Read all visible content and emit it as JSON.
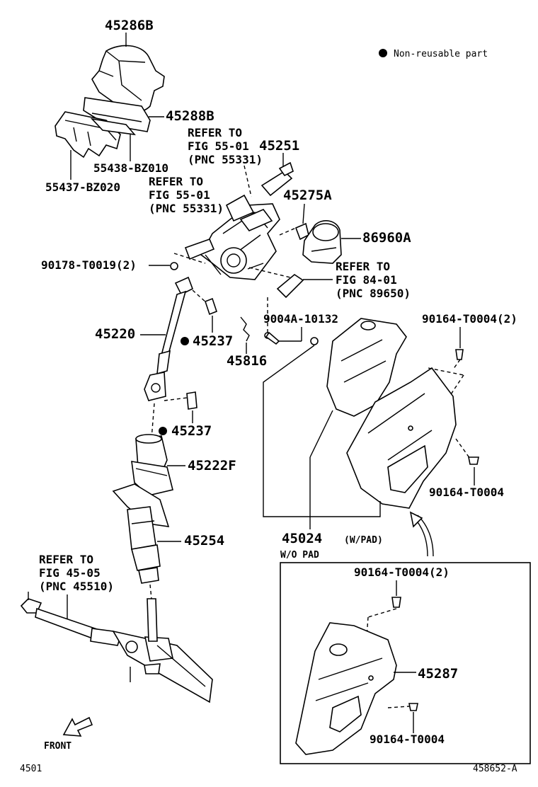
{
  "legend": {
    "symbol": "●",
    "text": "Non-reusable part"
  },
  "labels": {
    "p45286B": "45286B",
    "p45288B": "45288B",
    "p55438": "55438-BZ010",
    "p55437": "55437-BZ020",
    "ref1": [
      "REFER TO",
      "FIG 55-01",
      "(PNC 55331)"
    ],
    "ref2": [
      "REFER TO",
      "FIG 55-01",
      "(PNC 55331)"
    ],
    "p45251": "45251",
    "p45275A": "45275A",
    "p86960A": "86960A",
    "p90178": "90178-T0019(2)",
    "ref3": [
      "REFER TO",
      "FIG 84-01",
      "(PNC 89650)"
    ],
    "p9004A": "9004A-10132",
    "p90164a": "90164-T0004(2)",
    "p45220": "45220",
    "p45237a": "45237",
    "p45816": "45816",
    "p45237b": "45237",
    "p45222F": "45222F",
    "p90164b": "90164-T0004",
    "p45254": "45254",
    "p45024": "45024",
    "p45024sub": "(W/PAD)",
    "wopad": "W/O PAD",
    "ref4": [
      "REFER TO",
      "FIG 45-05",
      "(PNC 45510)"
    ],
    "p90164c": "90164-T0004(2)",
    "p45287": "45287",
    "p90164d": "90164-T0004",
    "front": "FRONT",
    "figno": "4501",
    "drawno": "458652-A"
  }
}
